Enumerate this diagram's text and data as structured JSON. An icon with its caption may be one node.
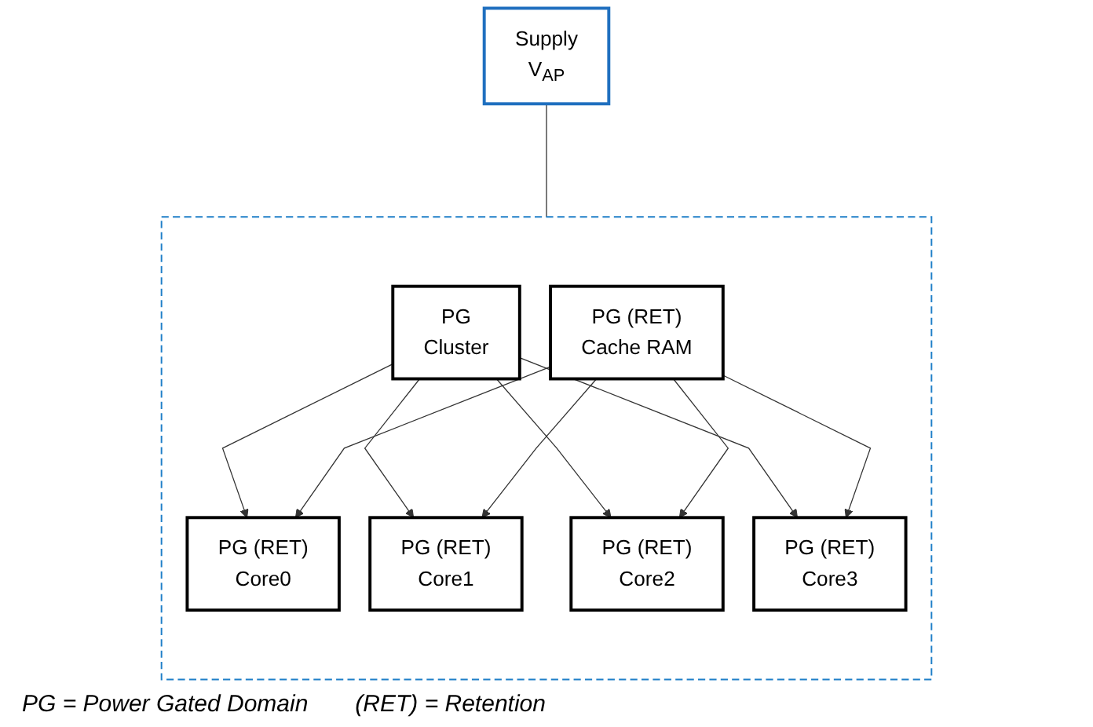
{
  "diagram": {
    "nodes": [
      {
        "text": [
          "Supply",
          "V$_{AP}$"
        ]
      },
      {
        "text": [],
        "shape": "box"
      },
      {
        "text": [
          "PG",
          "Cluster"
        ],
        "in": 1
      },
      {
        "text": [
          "PG (RET)",
          "Cache RAM"
        ],
        "in": 1
      },
      {
        "text": [
          "PG (RET)",
          "Core0"
        ],
        "in": 1
      },
      {
        "text": [
          "PG (RET)",
          "Core1"
        ],
        "in": 1
      },
      {
        "text": [
          "PG (RET)",
          "Core2"
        ],
        "in": 1
      },
      {
        "text": [
          "PG (RET)",
          "Core3"
        ],
        "in": 1
      }
    ],
    "edges": [
      {
        "from": 0,
        "to": 1,
        "arrow": "none"
      },
      {
        "from": 2,
        "to": 4,
        "arrow": "to"
      },
      {
        "from": 2,
        "to": 5,
        "arrow": "to"
      },
      {
        "from": 2,
        "to": 6,
        "arrow": "to"
      },
      {
        "from": 2,
        "to": 7,
        "arrow": "to"
      },
      {
        "from": 3,
        "to": 4,
        "arrow": "to"
      },
      {
        "from": 3,
        "to": 5,
        "arrow": "to"
      },
      {
        "from": 3,
        "to": 6,
        "arrow": "to"
      },
      {
        "from": 3,
        "to": 7,
        "arrow": "to"
      }
    ],
    "labels": [
      "PG = Power Gated Domain",
      "(RET) = Retention"
    ]
  }
}
